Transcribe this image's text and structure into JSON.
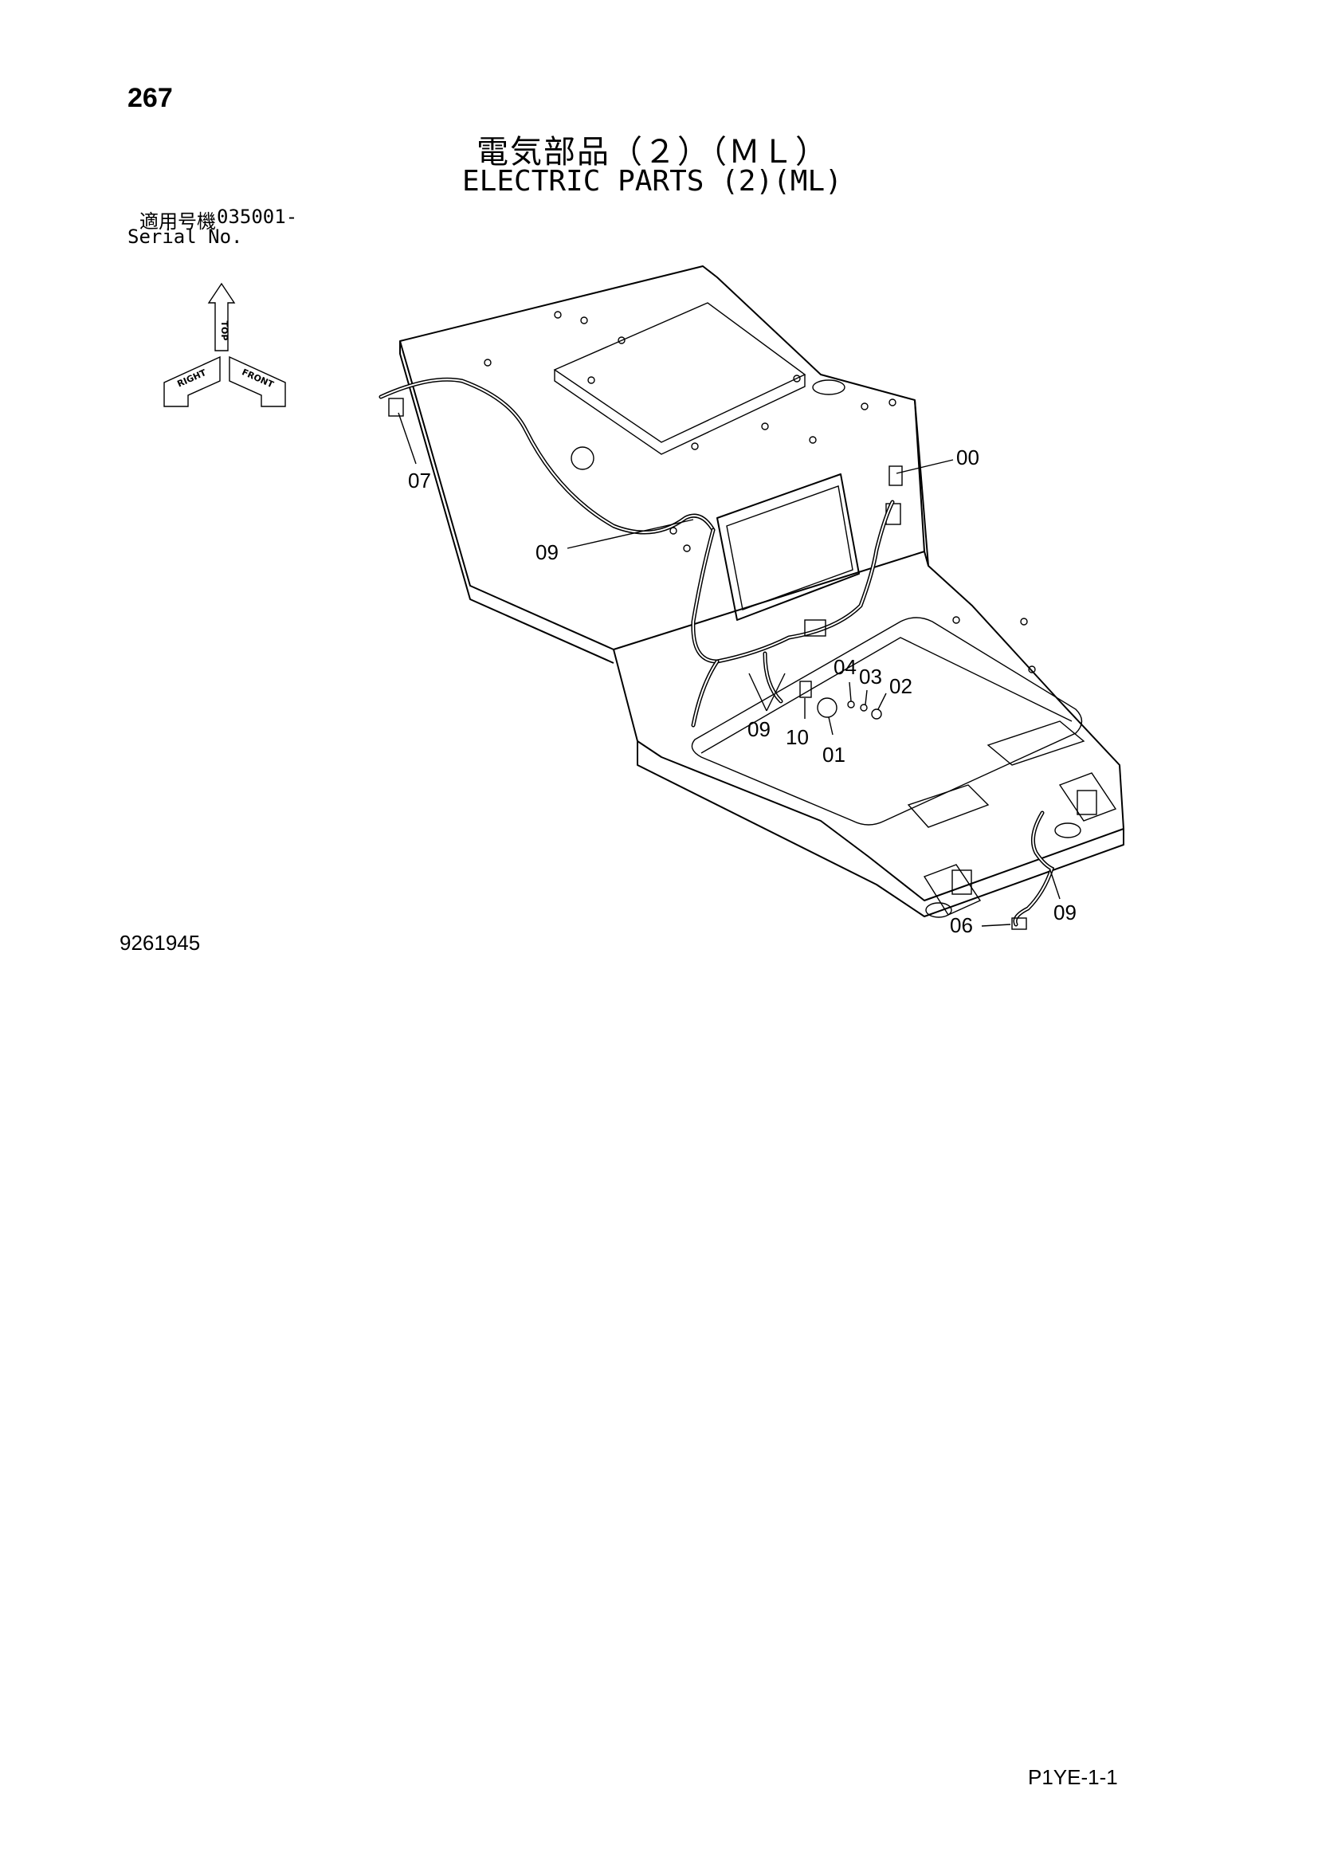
{
  "header": {
    "page_number": "267",
    "title_jp": "電気部品（２）（ＭＬ）",
    "title_en": "ELECTRIC PARTS (2)(ML)",
    "serial_label_jp": "適用号機",
    "serial_number": "035001-",
    "serial_label_en": "Serial No."
  },
  "orientation": {
    "top_label": "TOP",
    "right_label": "RIGHT",
    "front_label": "FRONT"
  },
  "callouts": {
    "c00": "00",
    "c07": "07",
    "c09_left": "09",
    "c04": "04",
    "c03": "03",
    "c02": "02",
    "c09_mid": "09",
    "c10": "10",
    "c01": "01",
    "c06": "06",
    "c09_right": "09"
  },
  "footer": {
    "drawing_number": "9261945",
    "page_code": "P1YE-1-1"
  }
}
